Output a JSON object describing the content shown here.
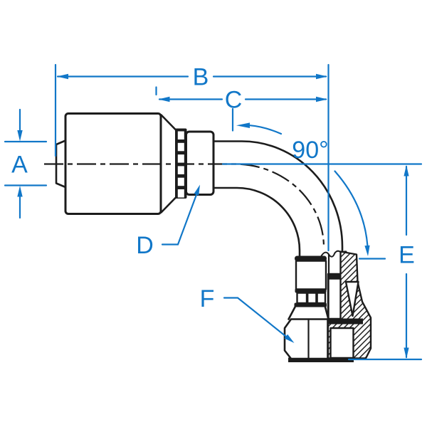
{
  "diagram": {
    "type": "technical-dimension-drawing",
    "subject": "90 degree female swivel elbow hose fitting, side view with sectioned nut",
    "angle_label": "90°",
    "dimension_labels": {
      "a": "A",
      "b": "B",
      "c": "C",
      "d": "D",
      "e": "E",
      "f": "F"
    },
    "colors": {
      "dimension_blue": "#1177c8",
      "line_ink": "#1c1c1c",
      "background": "#ffffff"
    }
  }
}
